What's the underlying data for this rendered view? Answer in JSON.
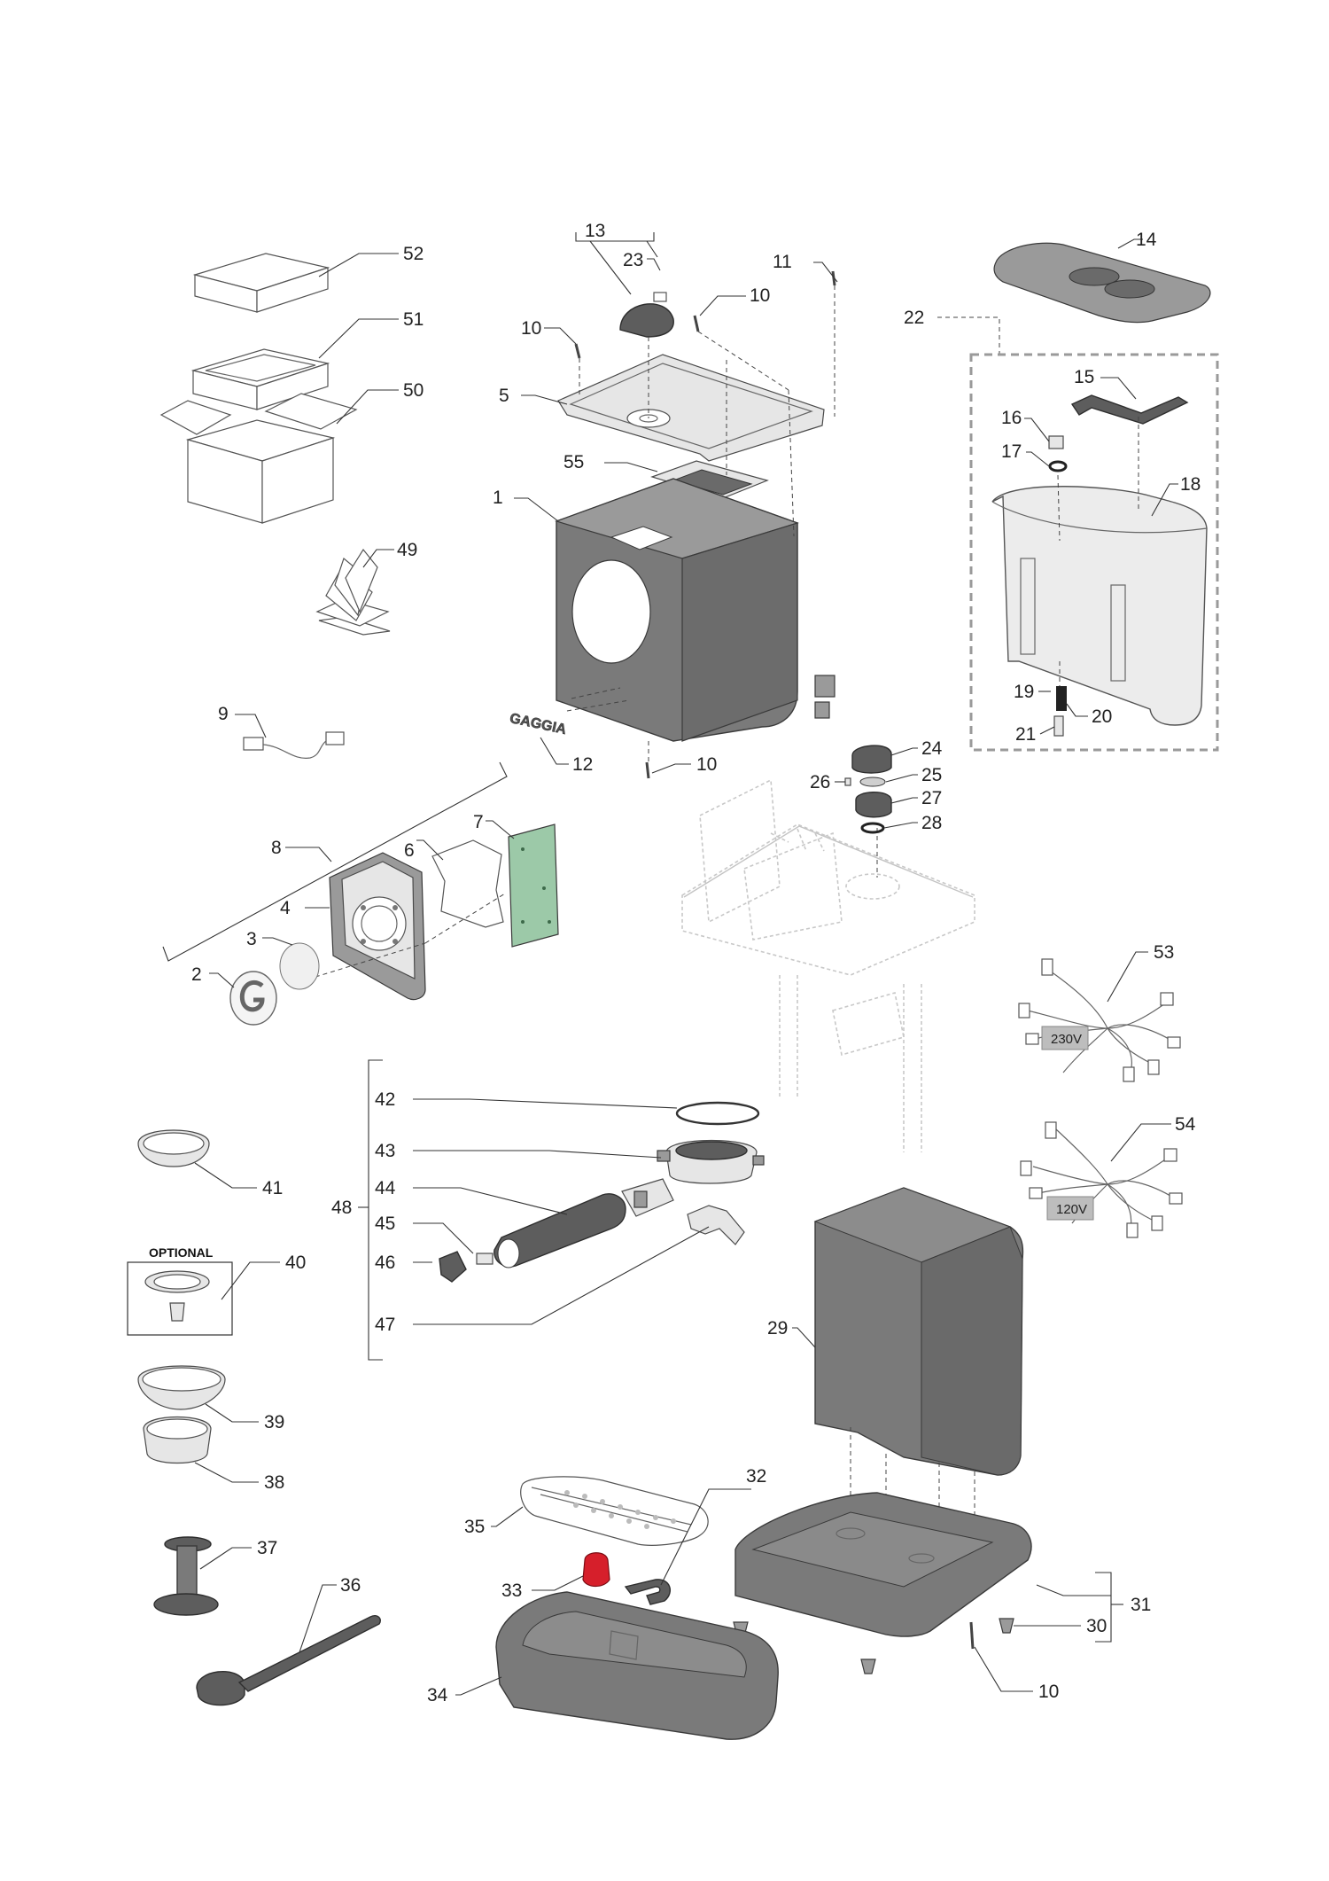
{
  "diagram": {
    "callouts": {
      "n1": "1",
      "n2": "2",
      "n3": "3",
      "n4": "4",
      "n5": "5",
      "n6": "6",
      "n7": "7",
      "n8": "8",
      "n9": "9",
      "n10a": "10",
      "n10b": "10",
      "n10c": "10",
      "n10d": "10",
      "n11": "11",
      "n12": "12",
      "n13": "13",
      "n14": "14",
      "n15": "15",
      "n16": "16",
      "n17": "17",
      "n18": "18",
      "n19": "19",
      "n20": "20",
      "n21": "21",
      "n22": "22",
      "n23": "23",
      "n24": "24",
      "n25": "25",
      "n26": "26",
      "n27": "27",
      "n28": "28",
      "n29": "29",
      "n30": "30",
      "n31": "31",
      "n32": "32",
      "n33": "33",
      "n34": "34",
      "n35": "35",
      "n36": "36",
      "n37": "37",
      "n38": "38",
      "n39": "39",
      "n40": "40",
      "n41": "41",
      "n42": "42",
      "n43": "43",
      "n44": "44",
      "n45": "45",
      "n46": "46",
      "n47": "47",
      "n48": "48",
      "n49": "49",
      "n50": "50",
      "n51": "51",
      "n52": "52",
      "n53": "53",
      "n54": "54",
      "n55": "55"
    },
    "optional_label": "OPTIONAL",
    "voltage_230": "230V",
    "voltage_120": "120V",
    "colors": {
      "housing": "#7a7a7a",
      "pcb": "#9cc9a8",
      "knob": "#d61f2b",
      "ghost": "#c8c8c8"
    },
    "logo_text": "GAGGIA"
  }
}
